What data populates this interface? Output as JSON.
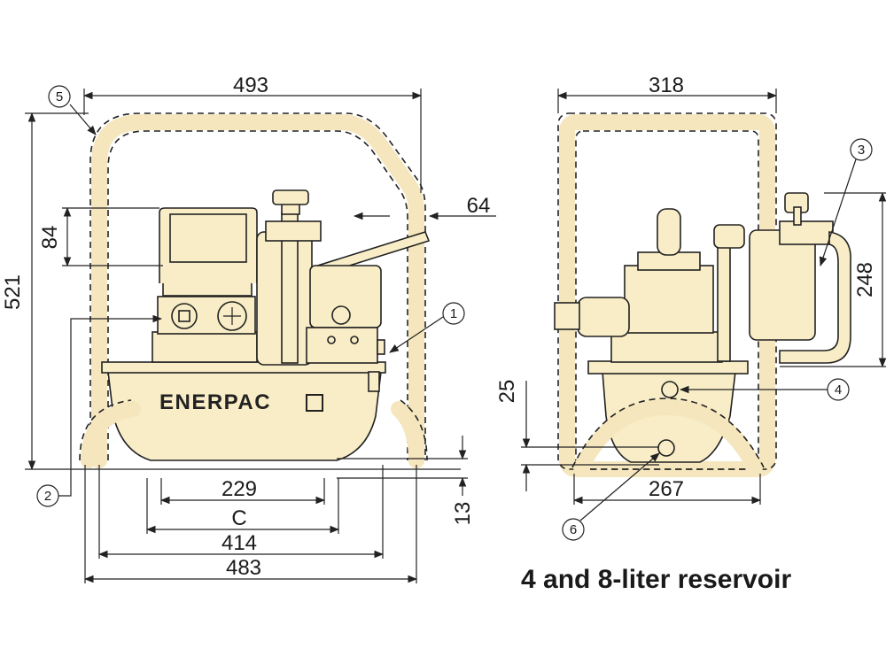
{
  "colors": {
    "body": "#f8edc6",
    "frame": "#f5e6bd",
    "line": "#222222"
  },
  "brand": "ENERPAC",
  "caption": "4 and 8-liter reservoir",
  "front_view": {
    "dimensions": {
      "overall_width": "493",
      "overall_height": "521",
      "top_offset": "84",
      "handle_extension": "64",
      "frame_width": "483",
      "base_width": "414",
      "variable": "C",
      "foot_spacing": "229",
      "bottom_clearance": "13"
    },
    "callouts": [
      "1",
      "2",
      "5"
    ]
  },
  "side_view": {
    "dimensions": {
      "overall_width": "318",
      "height_to_top": "248",
      "drain_height": "25",
      "foot_width": "267"
    },
    "callouts": [
      "3",
      "4",
      "6"
    ]
  }
}
